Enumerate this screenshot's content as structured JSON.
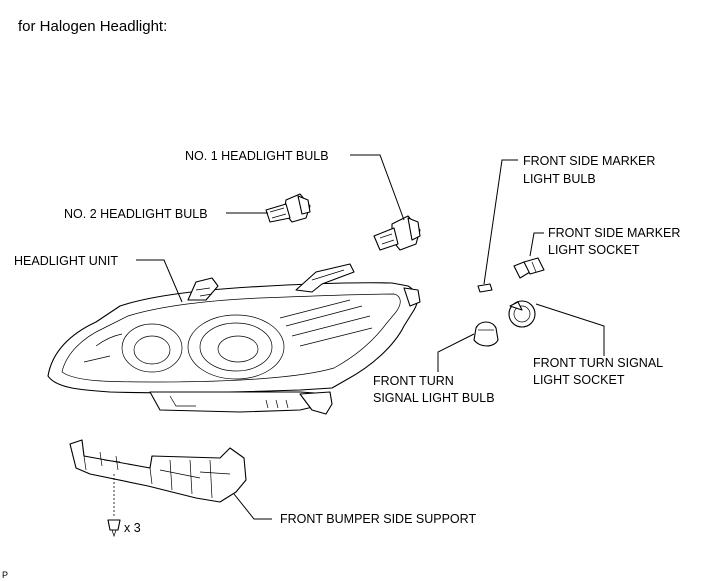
{
  "title": "for Halogen Headlight:",
  "labels": {
    "no1_headlight_bulb": "NO. 1 HEADLIGHT BULB",
    "no2_headlight_bulb": "NO. 2 HEADLIGHT BULB",
    "headlight_unit": "HEADLIGHT UNIT",
    "front_side_marker_bulb_line1": "FRONT SIDE MARKER",
    "front_side_marker_bulb_line2": "LIGHT BULB",
    "front_side_marker_socket_line1": "FRONT SIDE MARKER",
    "front_side_marker_socket_line2": "LIGHT SOCKET",
    "front_turn_signal_socket_line1": "FRONT TURN SIGNAL",
    "front_turn_signal_socket_line2": "LIGHT SOCKET",
    "front_turn_signal_bulb_line1": "FRONT TURN",
    "front_turn_signal_bulb_line2": "SIGNAL LIGHT BULB",
    "front_bumper_side_support": "FRONT BUMPER SIDE SUPPORT",
    "screw_quantity": "x 3"
  },
  "corner_mark": "P"
}
